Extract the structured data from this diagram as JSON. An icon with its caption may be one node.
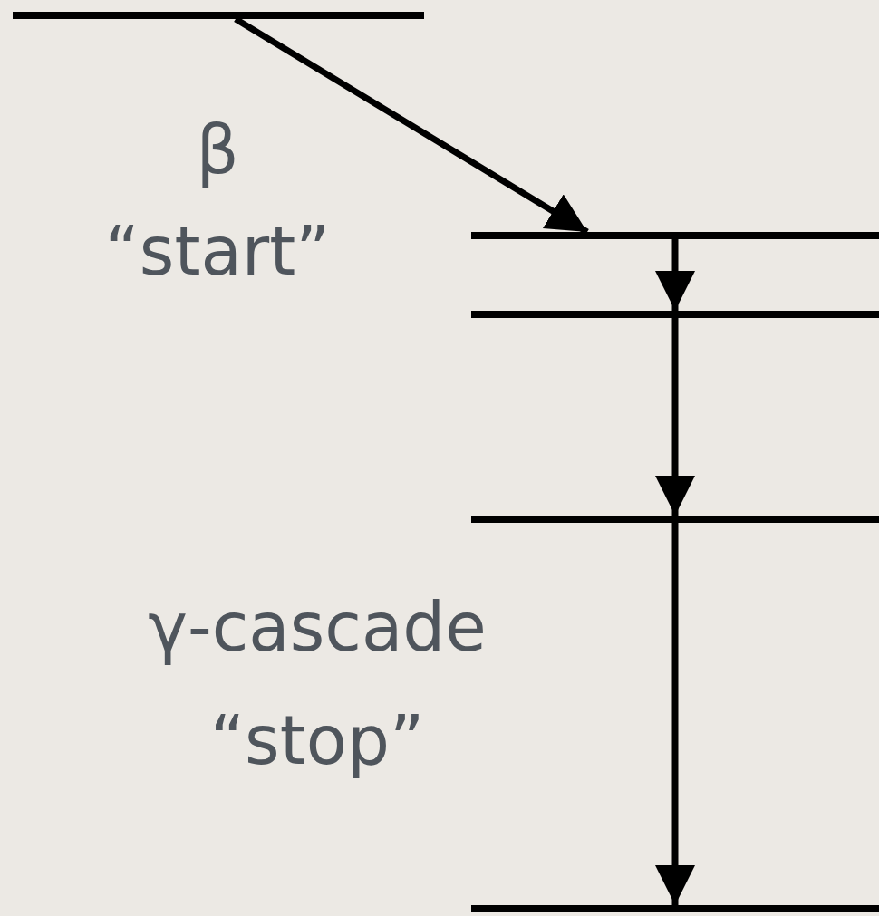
{
  "diagram": {
    "nodes": [
      {
        "text": [],
        "shape": "bar"
      },
      {
        "text": [],
        "shape": "bar"
      },
      {
        "text": [],
        "shape": "bar"
      },
      {
        "text": [],
        "shape": "bar"
      },
      {
        "text": [],
        "shape": "bar"
      }
    ],
    "edges": [
      {
        "from": 0,
        "to": 1,
        "arrow": "to"
      },
      {
        "from": 1,
        "to": 2,
        "arrow": "to"
      },
      {
        "from": 2,
        "to": 3,
        "arrow": "to"
      },
      {
        "from": 3,
        "to": 4,
        "arrow": "to"
      }
    ],
    "labels": [
      "β",
      "“start”",
      "γ-cascade",
      "“stop”"
    ]
  }
}
